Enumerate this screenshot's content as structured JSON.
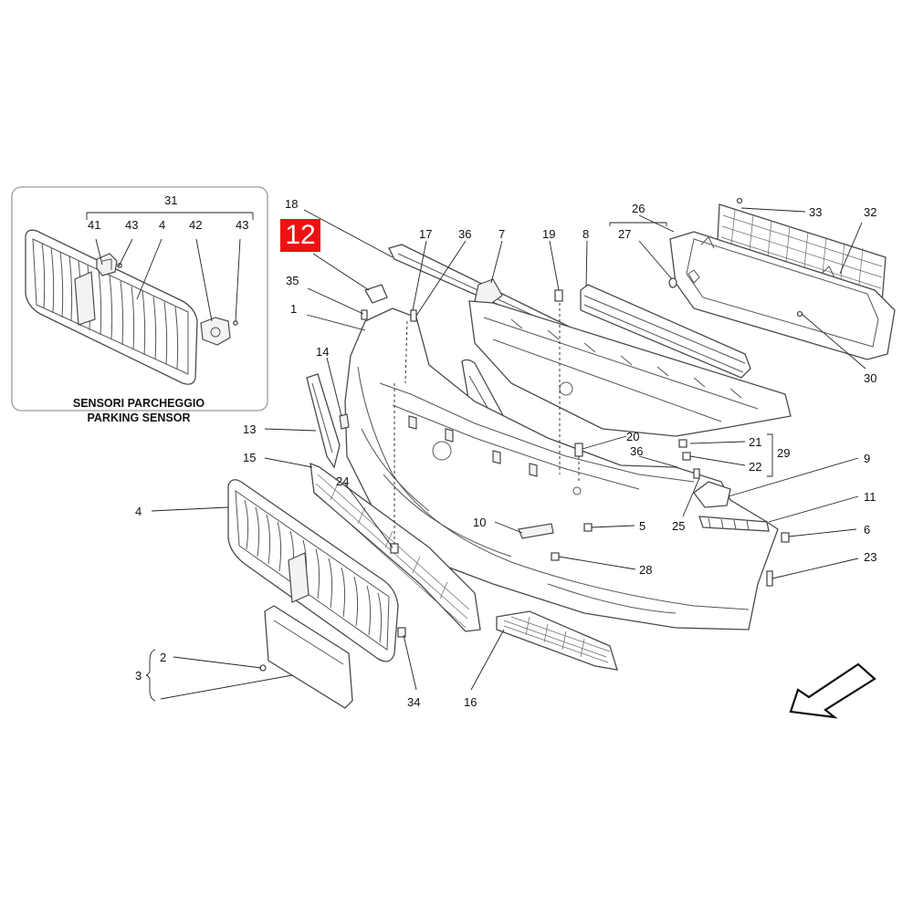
{
  "page_number": "12",
  "inset": {
    "title_it": "SENSORI PARCHEGGIO",
    "title_en": "PARKING SENSOR",
    "labels": [
      "31",
      "41",
      "43",
      "4",
      "42",
      "43"
    ]
  },
  "callouts": [
    "1",
    "2",
    "3",
    "4",
    "5",
    "6",
    "7",
    "8",
    "9",
    "10",
    "11",
    "13",
    "14",
    "15",
    "16",
    "17",
    "18",
    "19",
    "20",
    "21",
    "22",
    "23",
    "24",
    "25",
    "26",
    "27",
    "28",
    "29",
    "30",
    "32",
    "33",
    "34",
    "35",
    "36",
    "36"
  ],
  "colors": {
    "badge": "#ee1111",
    "line": "#4a4a4a",
    "text": "#111111"
  },
  "icons": [
    "direction-arrow-icon"
  ]
}
